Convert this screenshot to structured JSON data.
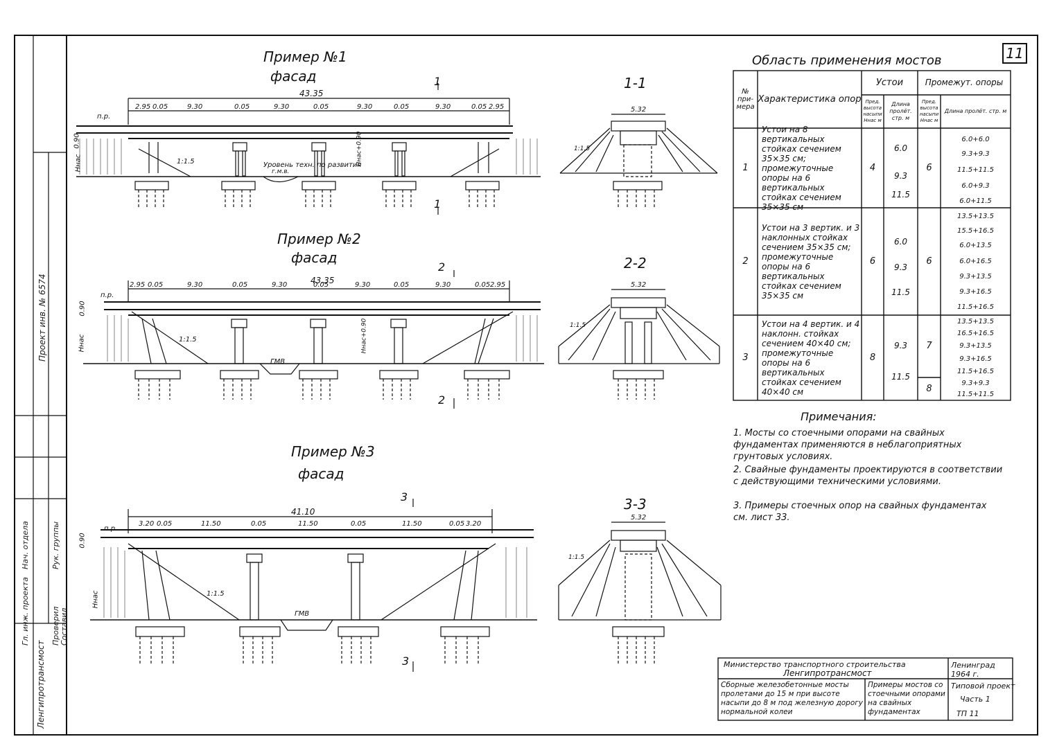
{
  "sheet_number": "11",
  "examples": [
    {
      "title": "Пример №1",
      "subtitle": "фасад",
      "section_title": "1-1",
      "section_mark": "1",
      "total": "43.35",
      "spans": [
        "2.95",
        "0.05",
        "9.30",
        "0.05",
        "9.30",
        "0.05",
        "9.30",
        "0.05",
        "9.30",
        "0.05",
        "2.95"
      ],
      "section_width": "5.32",
      "slope": "1:1.5",
      "labels": {
        "pr": "п.р.",
        "height": "0.90",
        "hnas": "Hнас",
        "hnas_pier": "Hнас+0.90",
        "water": "Уровень техн. по развития",
        "gmv": "г.м.в."
      }
    },
    {
      "title": "Пример №2",
      "subtitle": "фасад",
      "section_title": "2-2",
      "section_mark": "2",
      "total": "43.35",
      "spans": [
        "2.95",
        "0.05",
        "9.30",
        "0.05",
        "9.30",
        "0.05",
        "9.30",
        "0.05",
        "9.30",
        "0.05",
        "2.95"
      ],
      "section_width": "5.32",
      "slope": "1:1.5",
      "labels": {
        "pr": "п.р.",
        "height": "0.90",
        "hnas": "Hнас",
        "hnas_pier": "Hнас+0.90",
        "gmv": "ГМВ"
      }
    },
    {
      "title": "Пример №3",
      "subtitle": "фасад",
      "section_title": "3-3",
      "section_mark": "3",
      "total": "41.10",
      "spans": [
        "3.20",
        "0.05",
        "11.50",
        "0.05",
        "11.50",
        "0.05",
        "11.50",
        "0.05",
        "3.20"
      ],
      "section_width": "5.32",
      "slope": "1:1.5",
      "labels": {
        "pr": "п.р.",
        "height": "0.90",
        "hnas": "Hнас",
        "gmv": "ГМВ"
      }
    }
  ],
  "table": {
    "title": "Область применения мостов",
    "headers": {
      "num": "№ при-мера",
      "char": "Характеристика опор",
      "abut": "Устои",
      "pier": "Промежут. опоры",
      "pred_h": "Пред. высота насыпи Hнас м",
      "len": "Длина пролёт. стр. м",
      "pred_h2": "Пред. высота насыпи Hнас м",
      "len2": "Длина пролёт. стр. м"
    },
    "rows": [
      {
        "num": "1",
        "desc": "Устои на 8 вертикальных стойках сечением 35×35 см; промежуточные опоры на 6 вертикальных стойках сечением 35×35 см",
        "abut_h": "4",
        "abut_len": [
          "6.0",
          "9.3",
          "11.5"
        ],
        "pier_h": [
          "6"
        ],
        "pier_len": [
          "6.0+6.0",
          "9.3+9.3",
          "11.5+11.5",
          "6.0+9.3",
          "6.0+11.5"
        ]
      },
      {
        "num": "2",
        "desc": "Устои на 3 вертик. и 3 наклонных стойках сечением 35×35 см; промежуточные опоры на 6 вертикальных стойках сечением 35×35 см",
        "abut_h": "6",
        "abut_len": [
          "6.0",
          "9.3",
          "11.5"
        ],
        "pier_h": [
          "6"
        ],
        "pier_len": [
          "13.5+13.5",
          "15.5+16.5",
          "6.0+13.5",
          "6.0+16.5",
          "9.3+13.5",
          "9.3+16.5",
          "11.5+16.5"
        ]
      },
      {
        "num": "3",
        "desc": "Устои на 4 вертик. и 4 наклонн. стойках сечением 40×40 см; промежуточные опоры на 6 вертикальных стойках сечением 40×40 см",
        "abut_h": "8",
        "abut_len": [
          "9.3",
          "11.5"
        ],
        "pier_h": [
          "7",
          "8"
        ],
        "pier_len": [
          "13.5+13.5",
          "16.5+16.5",
          "9.3+13.5",
          "9.3+16.5",
          "11.5+16.5",
          "9.3+9.3",
          "11.5+11.5"
        ]
      }
    ]
  },
  "notes": {
    "title": "Примечания:",
    "items": [
      "1. Мосты со стоечными опорами на свайных фундаментах применяются в неблагоприятных грунтовых условиях.",
      "2. Свайные фундаменты проектируются в соответствии с действующими техническими условиями.",
      "3. Примеры стоечных опор на свайных фундаментах см. лист 33."
    ]
  },
  "title_block": {
    "ministry": "Министерство транспортного строительства",
    "org": "Ленгипротрансмост",
    "city": "Ленинград 1964 г.",
    "project_desc": "Сборные железобетонные мосты пролетами до 15 м при высоте насыпи до 8 м под железную дорогу нормальной колеи",
    "sheet_desc": "Примеры мостов со стоечными опорами на свайных фундаментах",
    "project_type": "Типовой проект",
    "part": "Часть 1",
    "code": "ТП 11"
  },
  "side_stamp": {
    "project_label": "Проект инв. № 6574",
    "rows": [
      "Нач. отдела",
      "Гл. инж. проекта",
      "Рук. группы",
      "Проверил",
      "Составил"
    ],
    "org": "Ленгипротрансмост"
  }
}
